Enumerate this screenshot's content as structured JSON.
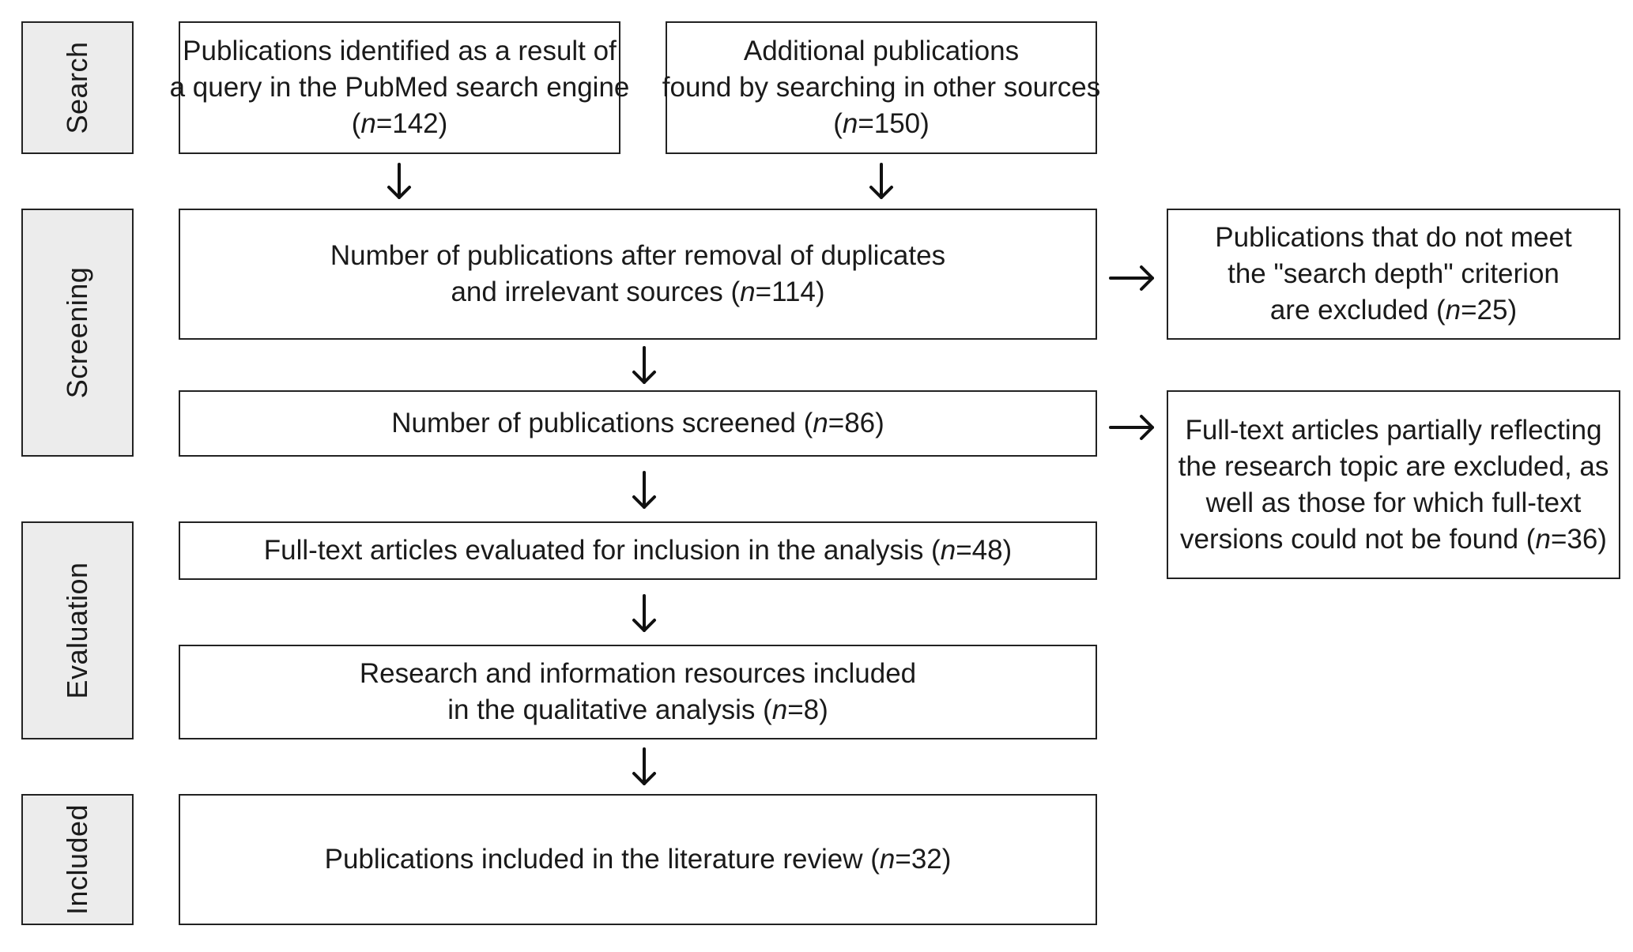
{
  "stages": {
    "search": "Search",
    "screening": "Screening",
    "evaluation": "Evaluation",
    "included": "Included"
  },
  "boxes": {
    "pubmed": {
      "lines": [
        "Publications identified as a result of",
        "a query in the PubMed search engine"
      ],
      "pre": "(",
      "n": "n",
      "post": "=142)"
    },
    "other": {
      "lines": [
        "Additional publications",
        "found by searching in other sources"
      ],
      "pre": "(",
      "n": "n",
      "post": "=150)"
    },
    "after_dup": {
      "lines": [
        "Number of publications after removal of duplicates"
      ],
      "pre": "and irrelevant sources (",
      "n": "n",
      "post": "=114)"
    },
    "excluded_depth": {
      "lines": [
        "Publications that do not meet",
        "the \"search depth\" criterion"
      ],
      "pre": "are excluded (",
      "n": "n",
      "post": "=25)"
    },
    "screened": {
      "lines": [],
      "pre": "Number of publications screened (",
      "n": "n",
      "post": "=86)"
    },
    "excluded_fulltext": {
      "lines": [
        "Full-text articles partially reflecting",
        "the research topic are excluded, as",
        "well as those for which full-text"
      ],
      "pre": "versions could not be found (",
      "n": "n",
      "post": "=36)"
    },
    "evaluated": {
      "lines": [],
      "pre": "Full-text articles evaluated for inclusion in the analysis (",
      "n": "n",
      "post": "=48)"
    },
    "qualitative": {
      "lines": [
        "Research and information resources included"
      ],
      "pre": "in the qualitative analysis (",
      "n": "n",
      "post": "=8)"
    },
    "included_review": {
      "lines": [],
      "pre": "Publications included in the literature review (",
      "n": "n",
      "post": "=32)"
    }
  }
}
